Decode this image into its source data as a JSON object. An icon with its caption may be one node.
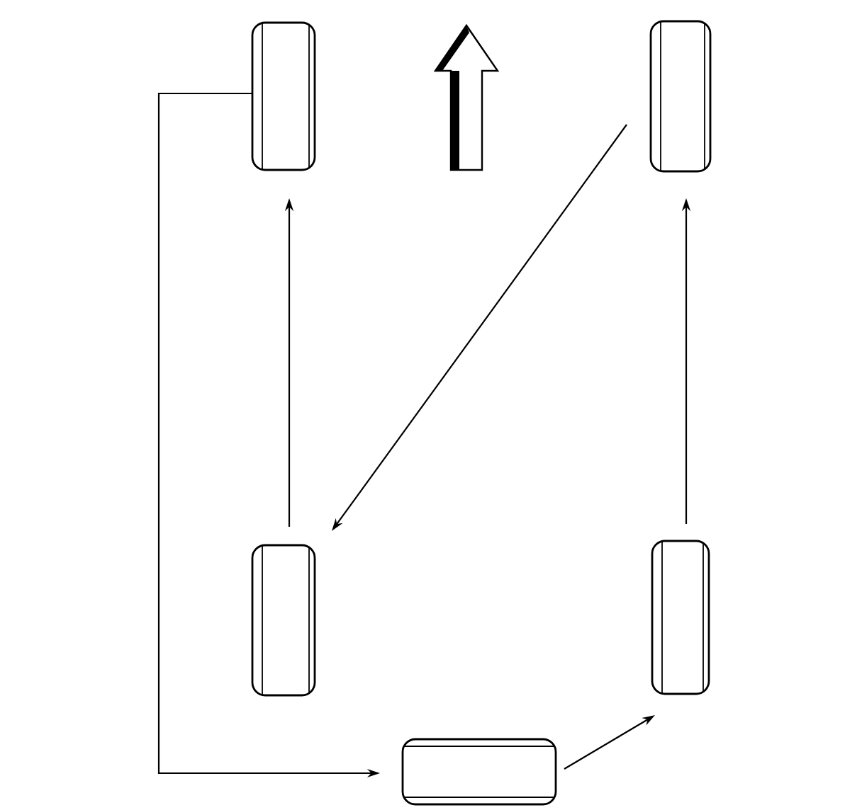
{
  "diagram": {
    "nodes": [
      {
        "text": [],
        "shape": "box"
      },
      {
        "text": [],
        "shape": "box"
      },
      {
        "text": [],
        "shape": "box"
      },
      {
        "text": [],
        "shape": "box"
      },
      {
        "text": [],
        "shape": "box"
      }
    ],
    "edges": [
      {
        "from": 1,
        "to": 2,
        "arrow": "to"
      },
      {
        "from": 2,
        "to": 0,
        "arrow": "to"
      },
      {
        "from": 0,
        "to": 4,
        "arrow": "to"
      },
      {
        "from": 4,
        "to": 3,
        "arrow": "to"
      },
      {
        "from": 3,
        "to": 1,
        "arrow": "to"
      }
    ]
  }
}
